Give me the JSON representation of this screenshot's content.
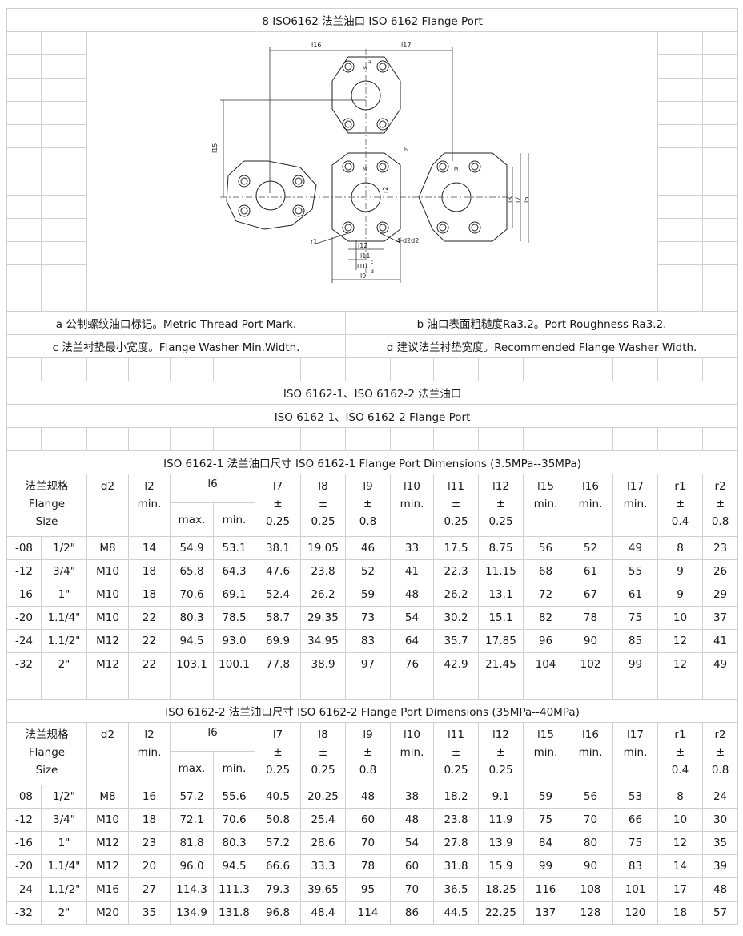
{
  "title": "8  ISO6162 法兰油口 ISO 6162 Flange Port",
  "diagram_labels": {
    "l16": "l16",
    "l17": "l17",
    "l15": "l15",
    "l8": "l8",
    "l7": "l7",
    "l6": "l6",
    "l12": "l12",
    "l11": "l11",
    "l10": "l10",
    "l10_sup": "c",
    "l9": "l9",
    "l9_sup": "d",
    "r1": "r1",
    "r2": "r2",
    "d2": "4-d2d2",
    "a": "a",
    "b": "b",
    "M": "M"
  },
  "notes": {
    "a": "a  公制螺纹油口标记。Metric Thread Port Mark.",
    "b": "b  油口表面粗糙度Ra3.2。Port Roughness Ra3.2.",
    "c": "c  法兰衬垫最小宽度。Flange Washer Min.Width.",
    "d": "d  建议法兰衬垫宽度。Recommended Flange Washer Width."
  },
  "section_title_cn": "ISO 6162-1、ISO 6162-2 法兰油口",
  "section_title_en": "ISO 6162-1、ISO 6162-2 Flange Port",
  "headers": {
    "size": [
      "法兰规格",
      "Flange",
      "Size"
    ],
    "d2": "d2",
    "l2": [
      "l2",
      "min."
    ],
    "l6": "l6",
    "l6_max": "max.",
    "l6_min": "min.",
    "l7": [
      "l7",
      "±",
      "0.25"
    ],
    "l8": [
      "l8",
      "±",
      "0.25"
    ],
    "l9": [
      "l9",
      "±",
      "0.8"
    ],
    "l10": [
      "l10",
      "min."
    ],
    "l11": [
      "l11",
      "±",
      "0.25"
    ],
    "l12": [
      "l12",
      "±",
      "0.25"
    ],
    "l15": [
      "l15",
      "min."
    ],
    "l16": [
      "l16",
      "min."
    ],
    "l17": [
      "l17",
      "min."
    ],
    "r1": [
      "r1",
      "±",
      "0.4"
    ],
    "r2": [
      "r2",
      "±",
      "0.8"
    ]
  },
  "table1": {
    "title": "ISO 6162-1 法兰油口尺寸  ISO 6162-1 Flange Port Dimensions (3.5MPa--35MPa)",
    "rows": [
      [
        "-08",
        "1/2\"",
        "M8",
        "14",
        "54.9",
        "53.1",
        "38.1",
        "19.05",
        "46",
        "33",
        "17.5",
        "8.75",
        "56",
        "52",
        "49",
        "8",
        "23"
      ],
      [
        "-12",
        "3/4\"",
        "M10",
        "18",
        "65.8",
        "64.3",
        "47.6",
        "23.8",
        "52",
        "41",
        "22.3",
        "11.15",
        "68",
        "61",
        "55",
        "9",
        "26"
      ],
      [
        "-16",
        "1\"",
        "M10",
        "18",
        "70.6",
        "69.1",
        "52.4",
        "26.2",
        "59",
        "48",
        "26.2",
        "13.1",
        "72",
        "67",
        "61",
        "9",
        "29"
      ],
      [
        "-20",
        "1.1/4\"",
        "M10",
        "22",
        "80.3",
        "78.5",
        "58.7",
        "29.35",
        "73",
        "54",
        "30.2",
        "15.1",
        "82",
        "78",
        "75",
        "10",
        "37"
      ],
      [
        "-24",
        "1.1/2\"",
        "M12",
        "22",
        "94.5",
        "93.0",
        "69.9",
        "34.95",
        "83",
        "64",
        "35.7",
        "17.85",
        "96",
        "90",
        "85",
        "12",
        "41"
      ],
      [
        "-32",
        "2\"",
        "M12",
        "22",
        "103.1",
        "100.1",
        "77.8",
        "38.9",
        "97",
        "76",
        "42.9",
        "21.45",
        "104",
        "102",
        "99",
        "12",
        "49"
      ]
    ]
  },
  "table2": {
    "title": "ISO 6162-2 法兰油口尺寸  ISO 6162-2 Flange Port Dimensions (35MPa--40MPa)",
    "rows": [
      [
        "-08",
        "1/2\"",
        "M8",
        "16",
        "57.2",
        "55.6",
        "40.5",
        "20.25",
        "48",
        "38",
        "18.2",
        "9.1",
        "59",
        "56",
        "53",
        "8",
        "24"
      ],
      [
        "-12",
        "3/4\"",
        "M10",
        "18",
        "72.1",
        "70.6",
        "50.8",
        "25.4",
        "60",
        "48",
        "23.8",
        "11.9",
        "75",
        "70",
        "66",
        "10",
        "30"
      ],
      [
        "-16",
        "1\"",
        "M12",
        "23",
        "81.8",
        "80.3",
        "57.2",
        "28.6",
        "70",
        "54",
        "27.8",
        "13.9",
        "84",
        "80",
        "75",
        "12",
        "35"
      ],
      [
        "-20",
        "1.1/4\"",
        "M12",
        "20",
        "96.0",
        "94.5",
        "66.6",
        "33.3",
        "78",
        "60",
        "31.8",
        "15.9",
        "99",
        "90",
        "83",
        "14",
        "39"
      ],
      [
        "-24",
        "1.1/2\"",
        "M16",
        "27",
        "114.3",
        "111.3",
        "79.3",
        "39.65",
        "95",
        "70",
        "36.5",
        "18.25",
        "116",
        "108",
        "101",
        "17",
        "48"
      ],
      [
        "-32",
        "2\"",
        "M20",
        "35",
        "134.9",
        "131.8",
        "96.8",
        "48.4",
        "114",
        "86",
        "44.5",
        "22.25",
        "137",
        "128",
        "120",
        "18",
        "57"
      ]
    ]
  }
}
